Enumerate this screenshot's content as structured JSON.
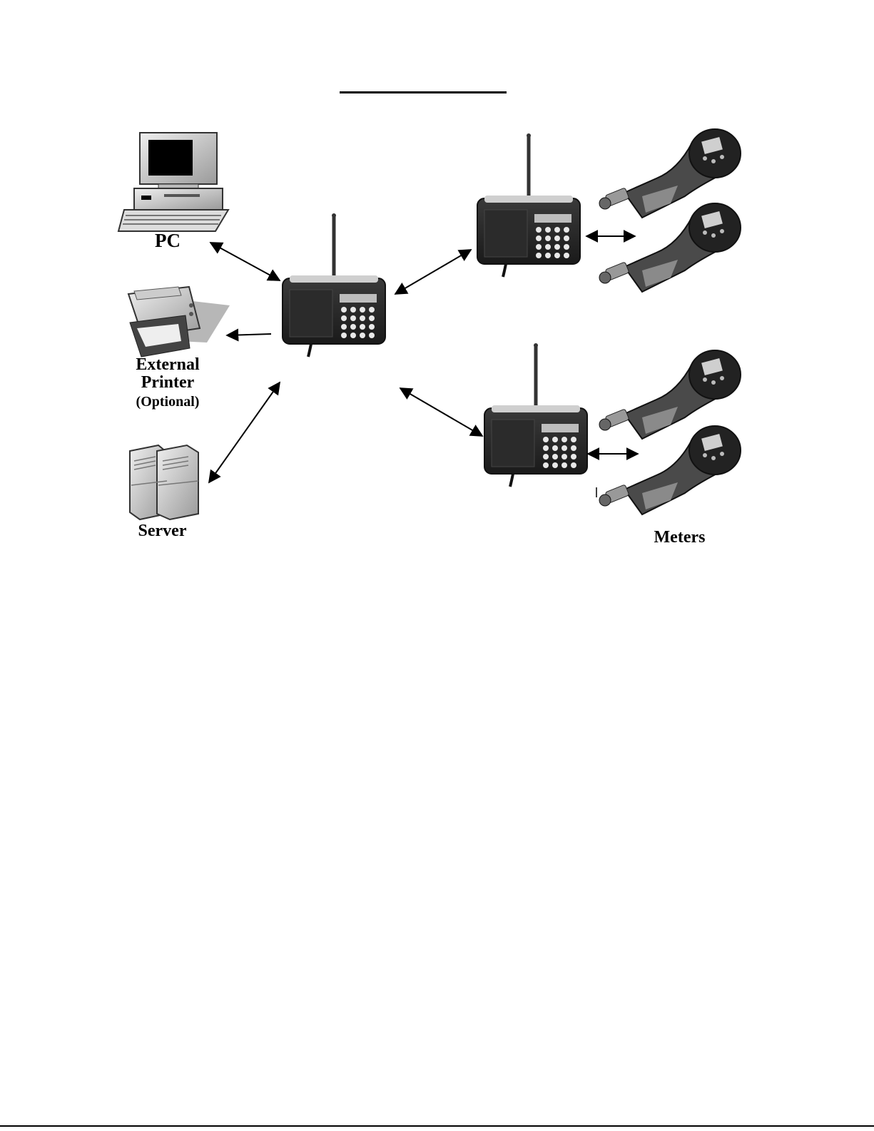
{
  "labels": {
    "pc": "PC",
    "printer_line1": "External",
    "printer_line2": "Printer",
    "printer_optional": "(Optional)",
    "server": "Server",
    "meters": "Meters"
  },
  "icons": {
    "pc": "desktop-computer-icon",
    "printer": "printer-icon",
    "server": "server-icon",
    "controller": "radio-controller-icon",
    "meter": "fuel-meter-nozzle-icon"
  },
  "colors": {
    "device_dark": "#2a2a2a",
    "device_light": "#d9d9d9",
    "ink": "#000000"
  }
}
